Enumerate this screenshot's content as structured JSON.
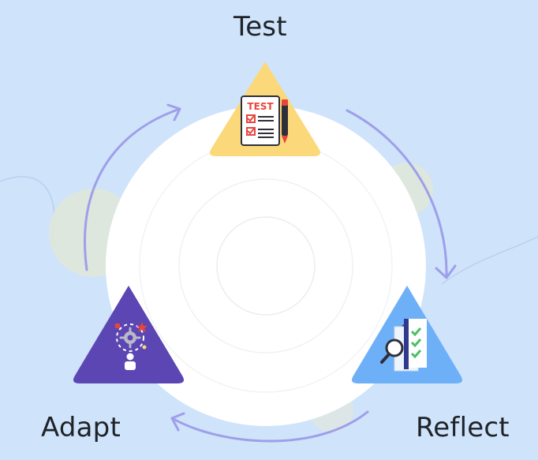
{
  "diagram": {
    "stages": [
      {
        "id": "test",
        "label": "Test",
        "icon": "test-paper-icon",
        "color": "#fbd97a"
      },
      {
        "id": "reflect",
        "label": "Reflect",
        "icon": "document-magnifier-icon",
        "color": "#6eb0f7"
      },
      {
        "id": "adapt",
        "label": "Adapt",
        "icon": "person-gear-icon",
        "color": "#5b46b3"
      }
    ],
    "icon_text": {
      "test_sheet": "TEST"
    },
    "colors": {
      "background": "#cfe3fb",
      "circle": "#ffffff",
      "arrow": "#9e9fe9",
      "accent_red": "#e8453c",
      "accent_green": "#4cbf64"
    }
  }
}
